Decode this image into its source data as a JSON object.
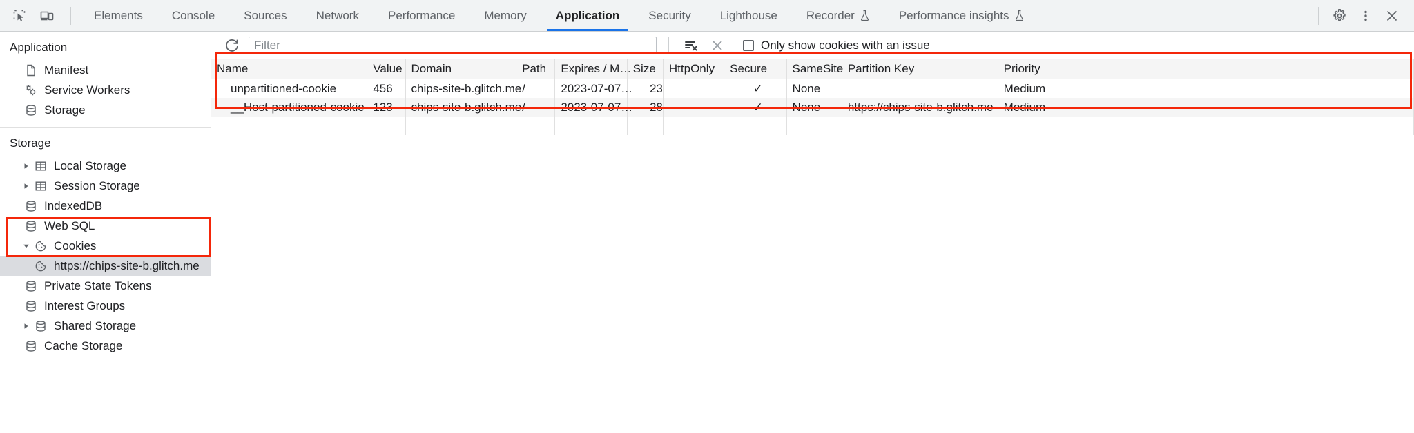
{
  "toolbar": {
    "inspect_icon": "inspect-element-icon",
    "device_icon": "device-toolbar-icon",
    "tabs": [
      {
        "label": "Elements",
        "active": false,
        "experimental": false
      },
      {
        "label": "Console",
        "active": false,
        "experimental": false
      },
      {
        "label": "Sources",
        "active": false,
        "experimental": false
      },
      {
        "label": "Network",
        "active": false,
        "experimental": false
      },
      {
        "label": "Performance",
        "active": false,
        "experimental": false
      },
      {
        "label": "Memory",
        "active": false,
        "experimental": false
      },
      {
        "label": "Application",
        "active": true,
        "experimental": false
      },
      {
        "label": "Security",
        "active": false,
        "experimental": false
      },
      {
        "label": "Lighthouse",
        "active": false,
        "experimental": false
      },
      {
        "label": "Recorder",
        "active": false,
        "experimental": true
      },
      {
        "label": "Performance insights",
        "active": false,
        "experimental": true
      }
    ],
    "settings_icon": "gear-icon",
    "more_icon": "kebab-menu-icon",
    "close_icon": "close-icon",
    "active_tab_underline_color": "#1a73e8"
  },
  "sidebar": {
    "sections": [
      {
        "title": "Application",
        "items": [
          {
            "label": "Manifest",
            "icon": "document-icon",
            "twisty": "none",
            "selected": false,
            "indent": 1
          },
          {
            "label": "Service Workers",
            "icon": "gears-icon",
            "twisty": "none",
            "selected": false,
            "indent": 1
          },
          {
            "label": "Storage",
            "icon": "database-icon",
            "twisty": "none",
            "selected": false,
            "indent": 1
          }
        ]
      },
      {
        "title": "Storage",
        "items": [
          {
            "label": "Local Storage",
            "icon": "table-grid-icon",
            "twisty": "collapsed",
            "selected": false,
            "indent": 1
          },
          {
            "label": "Session Storage",
            "icon": "table-grid-icon",
            "twisty": "collapsed",
            "selected": false,
            "indent": 1
          },
          {
            "label": "IndexedDB",
            "icon": "database-icon",
            "twisty": "none",
            "selected": false,
            "indent": 1
          },
          {
            "label": "Web SQL",
            "icon": "database-icon",
            "twisty": "none",
            "selected": false,
            "indent": 1
          },
          {
            "label": "Cookies",
            "icon": "cookie-icon",
            "twisty": "expanded",
            "selected": false,
            "indent": 1
          },
          {
            "label": "https://chips-site-b.glitch.me",
            "icon": "cookie-icon",
            "twisty": "none",
            "selected": true,
            "indent": 2
          },
          {
            "label": "Private State Tokens",
            "icon": "database-icon",
            "twisty": "none",
            "selected": false,
            "indent": 1
          },
          {
            "label": "Interest Groups",
            "icon": "database-icon",
            "twisty": "none",
            "selected": false,
            "indent": 1
          },
          {
            "label": "Shared Storage",
            "icon": "database-icon",
            "twisty": "collapsed",
            "selected": false,
            "indent": 1
          },
          {
            "label": "Cache Storage",
            "icon": "database-icon",
            "twisty": "none",
            "selected": false,
            "indent": 1
          }
        ]
      }
    ]
  },
  "filterbar": {
    "refresh_icon": "refresh-icon",
    "filter_placeholder": "Filter",
    "filter_value": "",
    "clear_filters_icon": "clear-filters-icon",
    "clear_icon": "clear-x-icon",
    "issue_checkbox_label": "Only show cookies with an issue",
    "issue_checkbox_checked": false
  },
  "cookies_table": {
    "columns": [
      "Name",
      "Value",
      "Domain",
      "Path",
      "Expires / M…",
      "Size",
      "HttpOnly",
      "Secure",
      "SameSite",
      "Partition Key",
      "Priority"
    ],
    "rows": [
      {
        "name": "unpartitioned-cookie",
        "value": "456",
        "domain": "chips-site-b.glitch.me",
        "path": "/",
        "expires": "2023-07-07…",
        "size": "23",
        "httponly": "",
        "secure": "✓",
        "samesite": "None",
        "partition_key": "",
        "priority": "Medium"
      },
      {
        "name": "__Host-partitioned-cookie",
        "value": "123",
        "domain": "chips-site-b.glitch.me",
        "path": "/",
        "expires": "2023-07-07…",
        "size": "28",
        "httponly": "",
        "secure": "✓",
        "samesite": "None",
        "partition_key": "https://chips-site-b.glitch.me",
        "priority": "Medium"
      }
    ]
  },
  "annotations": {
    "highlight_color": "#f4270a",
    "regions": [
      "cookies-table-highlight",
      "cookies-tree-highlight"
    ]
  }
}
